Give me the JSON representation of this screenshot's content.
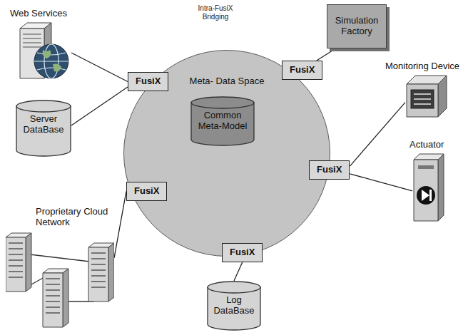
{
  "diagram": {
    "nodes": [
      {
        "text": [
          "Web Services"
        ]
      },
      {
        "text": [
          "Simulation Factory"
        ]
      },
      {
        "text": [
          "Meta- Data Space"
        ]
      },
      {
        "text": [
          "FusiX"
        ],
        "in": 2
      },
      {
        "text": [
          "FusiX"
        ],
        "in": 2
      },
      {
        "text": [
          "Common Meta-Model"
        ],
        "in": 2
      },
      {
        "text": [
          "Server DataBase"
        ]
      },
      {
        "text": [
          "Monitoring Device"
        ]
      },
      {
        "text": [
          "FusiX"
        ],
        "in": 2
      },
      {
        "text": [
          "Actuator"
        ]
      },
      {
        "text": [
          "FusiX"
        ],
        "in": 2
      },
      {
        "text": [
          "Proprietary Cloud Network"
        ]
      },
      {
        "text": [
          "FusiX"
        ],
        "in": 2
      },
      {
        "text": [
          "Log DataBase"
        ]
      }
    ],
    "edges": [
      {
        "from": 0,
        "to": 3,
        "arrow": "none"
      },
      {
        "from": 6,
        "to": 3,
        "arrow": "none"
      },
      {
        "from": 4,
        "to": 1,
        "arrow": "none"
      },
      {
        "from": 8,
        "to": 7,
        "arrow": "none"
      },
      {
        "from": 8,
        "to": 9,
        "arrow": "none"
      },
      {
        "from": 10,
        "to": 11,
        "arrow": "none"
      },
      {
        "from": 12,
        "to": 13,
        "arrow": "none"
      }
    ],
    "labels": [
      "Intra-FusiX Bridging"
    ]
  }
}
